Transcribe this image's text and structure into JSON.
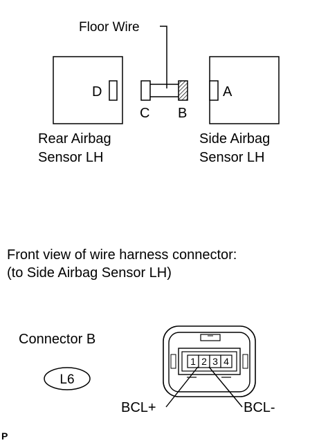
{
  "top_diagram": {
    "floor_wire_label": "Floor Wire",
    "rear_sensor": {
      "line1": "Rear Airbag",
      "line2": "Sensor LH",
      "connector_letter": "D"
    },
    "side_sensor": {
      "line1": "Side Airbag",
      "line2": "Sensor LH",
      "connector_letter": "A"
    },
    "wire_connector_c": "C",
    "wire_connector_b": "B"
  },
  "front_view": {
    "line1": "Front view of wire harness connector:",
    "line2": "(to Side Airbag Sensor LH)"
  },
  "connector": {
    "name": "Connector B",
    "code": "L6",
    "pins": [
      "1",
      "2",
      "3",
      "4"
    ],
    "pin_label_left": "BCL+",
    "pin_label_right": "BCL-"
  },
  "corner_mark": "P"
}
